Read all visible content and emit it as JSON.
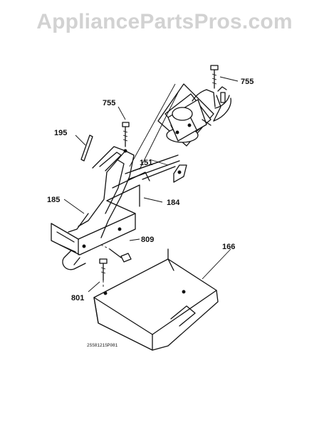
{
  "watermark": "AppliancePartsPros.com",
  "callouts": {
    "p755a": "755",
    "p755b": "755",
    "p195": "195",
    "p151": "151",
    "p185": "185",
    "p184": "184",
    "p809": "809",
    "p166": "166",
    "p801": "801"
  },
  "diagram_code": "2SS8121SP081",
  "colors": {
    "ink": "#111111",
    "watermark": "#d2d2d2",
    "background": "#ffffff"
  }
}
